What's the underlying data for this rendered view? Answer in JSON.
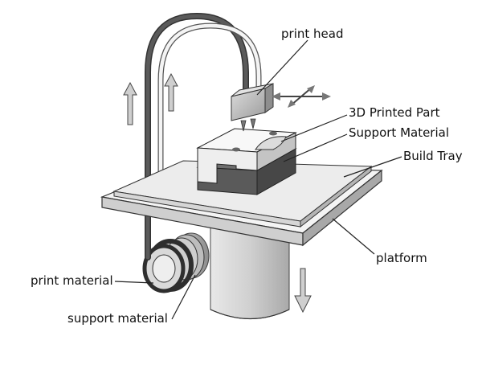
{
  "labels": {
    "print_head": "print head",
    "printed_part": "3D Printed Part",
    "support_material_top": "Support Material",
    "build_tray": "Build Tray",
    "platform": "platform",
    "print_material": "print material",
    "support_material_bottom": "support material"
  },
  "colors": {
    "line": "#222222",
    "tube_dark": "#4a4a4a",
    "tube_light": "#f2f2f2",
    "part_light": "#f4f4f4",
    "support_dark": "#555555",
    "tray": "#ededed",
    "platform_front": "#d8d8d8"
  }
}
